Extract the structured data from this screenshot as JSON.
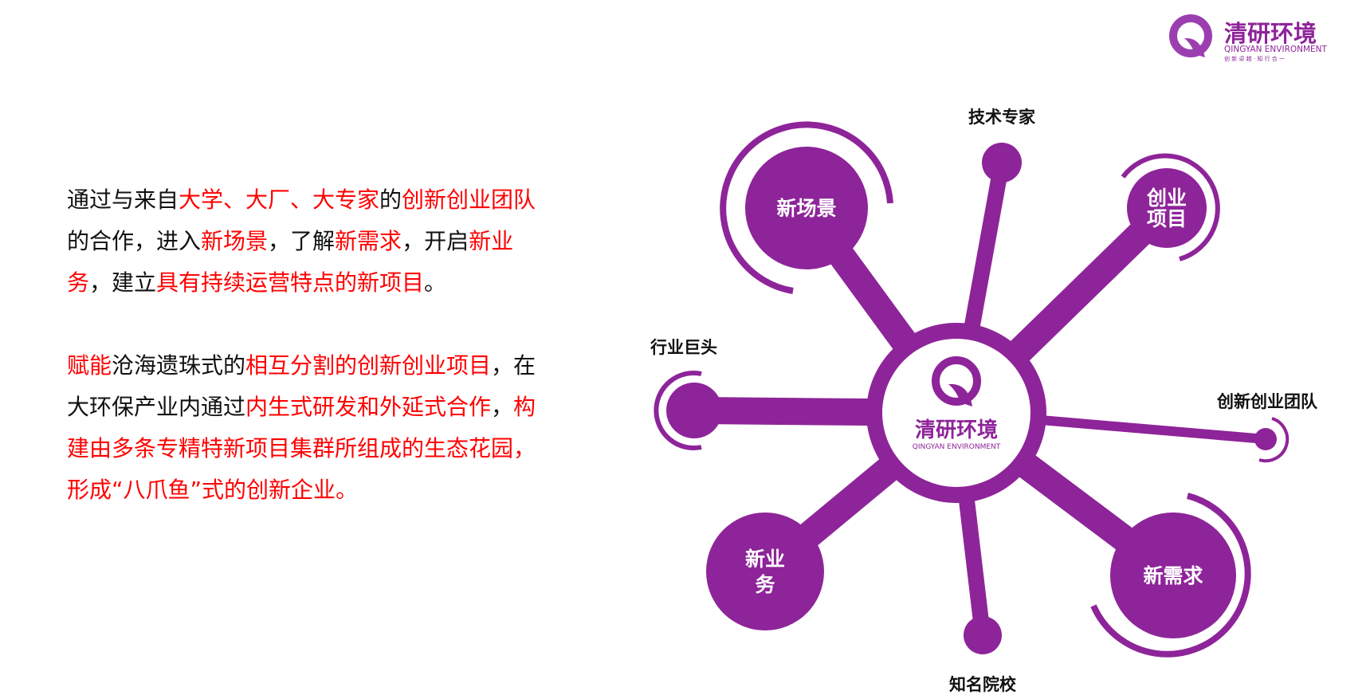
{
  "colors": {
    "accent": "#8e2499",
    "highlight": "#ff0000",
    "text": "#111111"
  },
  "logo": {
    "name_cn": "清研环境",
    "name_en": "QINGYAN ENVIRONMENT",
    "slogan": "创 新 卓 越 · 知 行 合 一",
    "icon": "q-leaf-logo"
  },
  "paragraphs": [
    [
      {
        "t": "通过与来自",
        "hl": false
      },
      {
        "t": "大学、大厂、大专家",
        "hl": true
      },
      {
        "t": "的",
        "hl": false
      },
      {
        "t": "创新创业团队",
        "hl": true
      },
      {
        "t": "的合作，进入",
        "hl": false
      },
      {
        "t": "新场景",
        "hl": true
      },
      {
        "t": "，了解",
        "hl": false
      },
      {
        "t": "新需求",
        "hl": true
      },
      {
        "t": "，开启",
        "hl": false
      },
      {
        "t": "新业务",
        "hl": true
      },
      {
        "t": "，建立",
        "hl": false
      },
      {
        "t": "具有持续运营特点的新项目",
        "hl": true
      },
      {
        "t": "。",
        "hl": false
      }
    ],
    [
      {
        "t": "赋能",
        "hl": true
      },
      {
        "t": "沧海遗珠式的",
        "hl": false
      },
      {
        "t": "相互分割的创新创业项目",
        "hl": true
      },
      {
        "t": "，在大环保产业内通过",
        "hl": false
      },
      {
        "t": "内生式研发和外延式合作",
        "hl": true
      },
      {
        "t": "，",
        "hl": false
      },
      {
        "t": "构建由多条专精特新项目集群所组成的生态花园，形成“八爪鱼”式的创新企业。",
        "hl": true
      }
    ]
  ],
  "diagram": {
    "hub": {
      "name_cn": "清研环境",
      "name_en": "QINGYAN ENVIRONMENT"
    },
    "nodes": {
      "scene": [
        "新场景"
      ],
      "project": [
        "创业",
        "项目"
      ],
      "business": [
        "新业",
        "务"
      ],
      "demand": [
        "新需求"
      ]
    },
    "labels": {
      "expert": "技术专家",
      "giant": "行业巨头",
      "team": "创新创业团队",
      "school": "知名院校"
    }
  }
}
